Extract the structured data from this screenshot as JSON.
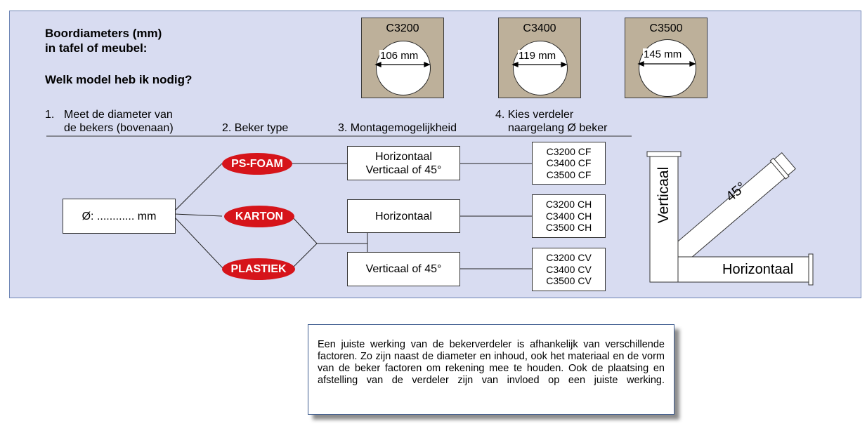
{
  "header": {
    "title_line1": "Boordiameters (mm)",
    "title_line2": "in tafel of meubel:",
    "question": "Welk model heb ik nodig?"
  },
  "cutouts": [
    {
      "model": "C3200",
      "diameter": "106 mm"
    },
    {
      "model": "C3400",
      "diameter": "119 mm"
    },
    {
      "model": "C3500",
      "diameter": "145 mm"
    }
  ],
  "steps": {
    "step1_num": "1.",
    "step1_line1": "Meet de diameter van",
    "step1_line2": "de bekers (bovenaan)",
    "step2": "2. Beker type",
    "step3": "3. Montagemogelijkheid",
    "step4_line1": "4. Kies verdeler",
    "step4_line2": "naargelang Ø beker"
  },
  "input_box": "Ø: ............ mm",
  "cup_types": [
    "PS-FOAM",
    "KARTON",
    "PLASTIEK"
  ],
  "mounting": {
    "option1_line1": "Horizontaal",
    "option1_line2": "Verticaal of 45°",
    "option2": "Horizontaal",
    "option3": "Verticaal of 45°"
  },
  "models": {
    "cf": [
      "C3200 CF",
      "C3400 CF",
      "C3500 CF"
    ],
    "ch": [
      "C3200 CH",
      "C3400 CH",
      "C3500 CH"
    ],
    "cv": [
      "C3200 CV",
      "C3400 CV",
      "C3500 CV"
    ]
  },
  "orientation": {
    "vertical": "Verticaal",
    "angle": "45°",
    "horizontal": "Horizontaal"
  },
  "note": "Een juiste werking van de bekerverdeler is afhankelijk van verschillende factoren. Zo zijn naast de diameter en inhoud, ook het materiaal en de vorm van de beker factoren om rekening mee te houden. Ook de plaatsing en afstelling van de verdeler zijn van invloed op een juiste werking.",
  "colors": {
    "panel": "#d8dcf1",
    "cutout": "#bdb09a",
    "pill": "#d6141a",
    "border": "#6f86b6"
  }
}
